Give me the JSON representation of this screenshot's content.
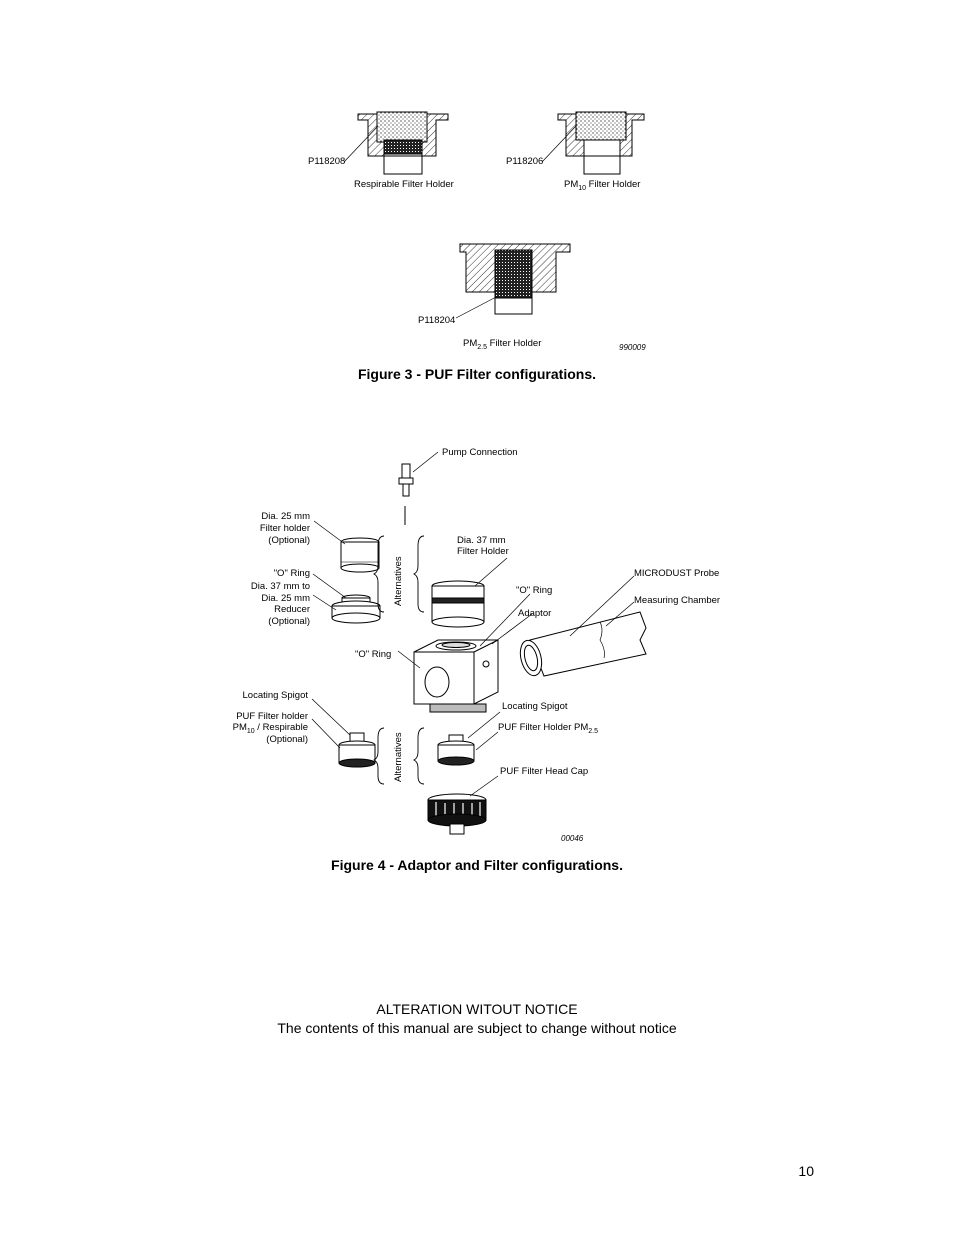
{
  "figure3": {
    "respirable_part": "P118208",
    "respirable_label": "Respirable Filter Holder",
    "pm10_part": "P118206",
    "pm10_prefix": "PM",
    "pm10_sub": "10",
    "pm10_suffix": " Filter Holder",
    "pm25_part": "P118204",
    "pm25_prefix": "PM",
    "pm25_sub": "2.5",
    "pm25_suffix": " Filter Holder",
    "drawing_no": "990009",
    "caption": "Figure 3 - PUF Filter configurations."
  },
  "figure4": {
    "pump_connection": "Pump Connection",
    "dia25_l1": "Dia. 25 mm",
    "dia25_l2": "Filter holder",
    "dia25_l3": "(Optional)",
    "oring_left": "\"O\" Ring",
    "reducer_l1": "Dia. 37 mm to",
    "reducer_l2": "Dia. 25 mm",
    "reducer_l3": "Reducer",
    "reducer_l4": "(Optional)",
    "alternatives_top": "Alternatives",
    "dia37_l1": "Dia. 37 mm",
    "dia37_l2": "Filter Holder",
    "oring_right": "\"O\" Ring",
    "adaptor": "Adaptor",
    "microdust_probe": "MICRODUST Probe",
    "measuring_chamber": "Measuring Chamber",
    "oring_center": "\"O\" Ring",
    "locating_spigot_left": "Locating Spigot",
    "puf_left_l1": "PUF Filter holder",
    "puf_left_prefix": "PM",
    "puf_left_sub": "10",
    "puf_left_suffix": " / Respirable",
    "puf_left_l3": "(Optional)",
    "alternatives_bottom": "Alternatives",
    "locating_spigot_right": "Locating Spigot",
    "puf_right_prefix": "PUF Filter Holder PM",
    "puf_right_sub": "2.5",
    "head_cap": "PUF Filter Head Cap",
    "drawing_no": "00046",
    "caption": "Figure 4 - Adaptor and Filter configurations."
  },
  "footer": {
    "line1": "ALTERATION WITOUT NOTICE",
    "line2": "The contents of this manual are subject to change without notice"
  },
  "page_number": "10"
}
